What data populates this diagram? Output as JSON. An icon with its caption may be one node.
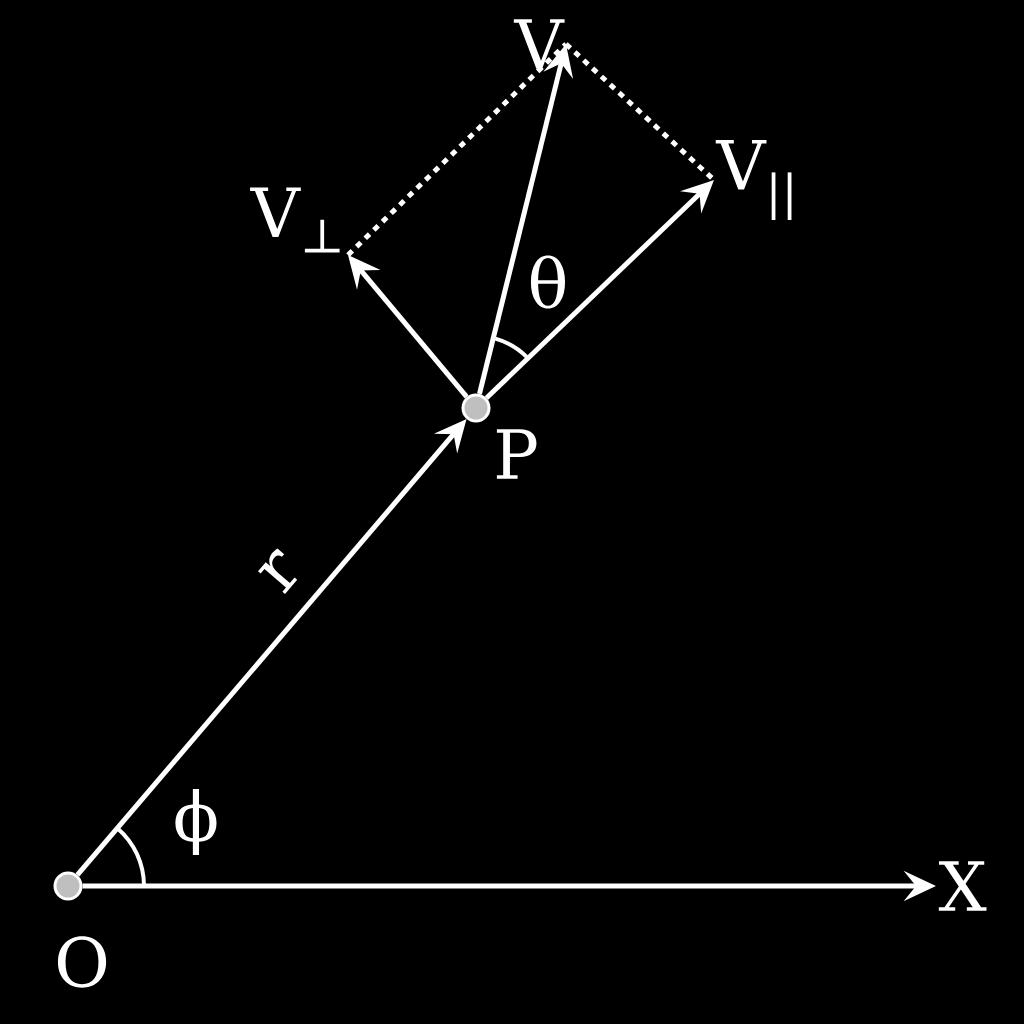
{
  "diagram": {
    "nodes": [
      {
        "text": [],
        "shape": "circle",
        "beside": [
          "O"
        ]
      },
      {
        "text": [],
        "shape": "circle",
        "beside": [
          "P"
        ]
      },
      {
        "text": [
          "X"
        ]
      },
      {
        "text": [
          "V"
        ]
      },
      {
        "text": [
          "V$_{||}$"
        ]
      },
      {
        "text": [
          "V$_{⊥}$"
        ]
      }
    ],
    "edges": [
      {
        "from": 0,
        "to": 1,
        "arrow": "to",
        "label": "r"
      },
      {
        "from": 0,
        "to": 2,
        "arrow": "to"
      },
      {
        "from": 1,
        "to": 3,
        "arrow": "to"
      },
      {
        "from": 1,
        "to": 4,
        "arrow": "to"
      },
      {
        "from": 1,
        "to": 5,
        "arrow": "to"
      },
      {
        "from": 5,
        "to": 3,
        "arrow": "none",
        "style": "dashed"
      },
      {
        "from": 3,
        "to": 4,
        "arrow": "none",
        "style": "dashed"
      }
    ],
    "labels": [
      "ϕ",
      "θ"
    ]
  }
}
